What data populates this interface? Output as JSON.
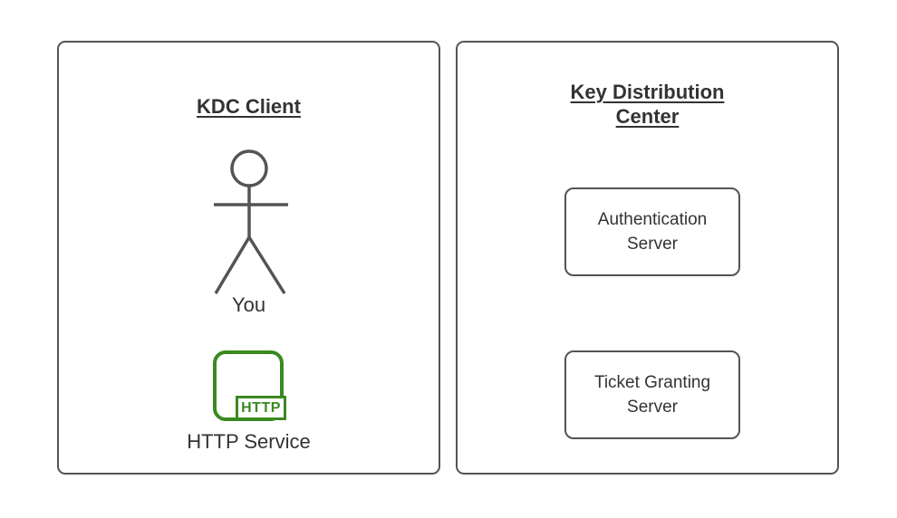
{
  "colors": {
    "background": "#ffffff",
    "stroke_gray": "#545454",
    "text_color": "#333333",
    "accent_green": "#3a8a20"
  },
  "left_panel": {
    "title": "KDC Client",
    "actor_icon": "stick-figure",
    "actor_label": "You",
    "http_badge_label": "HTTP",
    "service_label": "HTTP Service"
  },
  "right_panel": {
    "title_line1": "Key Distribution",
    "title_line2": "Center",
    "boxes": [
      {
        "line1": "Authentication",
        "line2": "Server"
      },
      {
        "line1": "Ticket Granting",
        "line2": "Server"
      }
    ]
  }
}
